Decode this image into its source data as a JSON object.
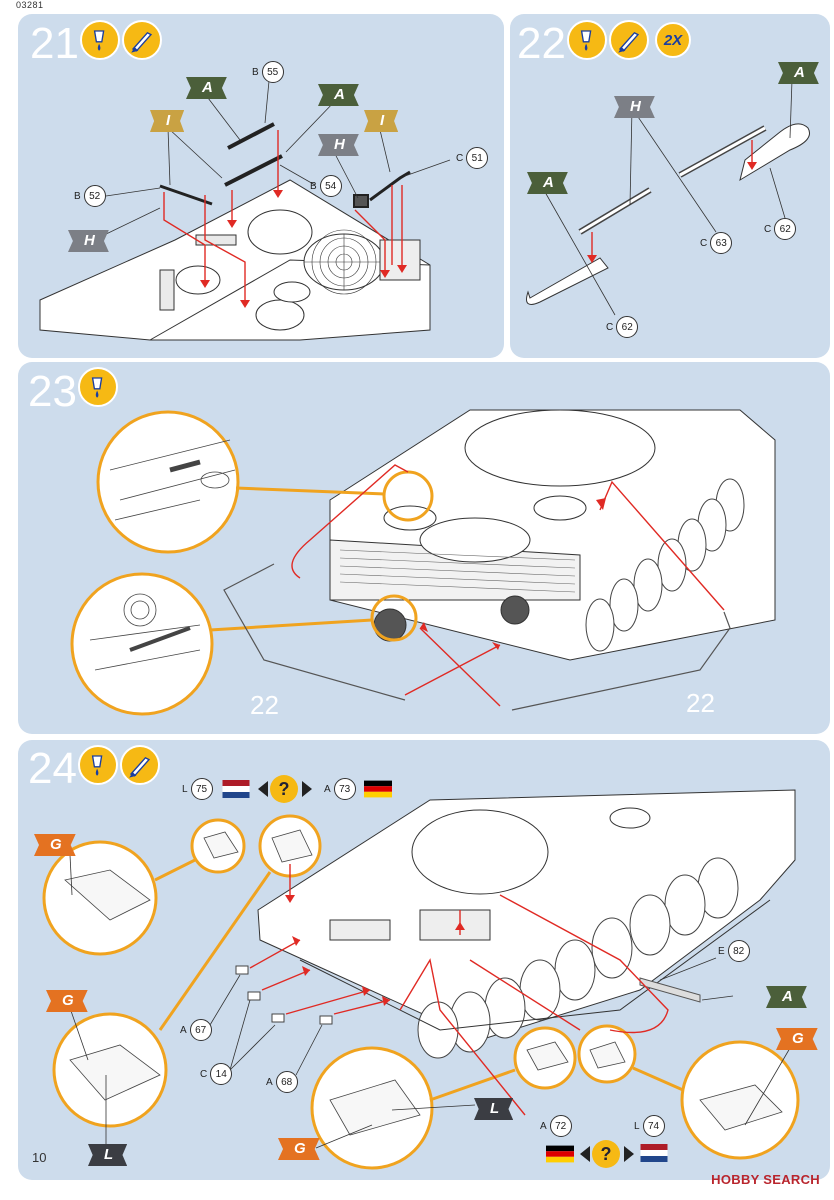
{
  "doc_code": "03281",
  "page_number": "10",
  "footer_watermark": "HOBBY SEARCH",
  "steps": [
    {
      "number": "21"
    },
    {
      "number": "22",
      "multiplier": "2X"
    },
    {
      "number": "23"
    },
    {
      "number": "24"
    }
  ],
  "step21": {
    "flags": [
      "A",
      "A",
      "I",
      "I",
      "H",
      "H"
    ],
    "parts": [
      {
        "letter": "B",
        "num": "55"
      },
      {
        "letter": "B",
        "num": "52"
      },
      {
        "letter": "B",
        "num": "54"
      },
      {
        "letter": "C",
        "num": "51"
      }
    ]
  },
  "step22": {
    "flags": [
      "A",
      "H",
      "A"
    ],
    "parts": [
      {
        "letter": "C",
        "num": "63"
      },
      {
        "letter": "C",
        "num": "62"
      },
      {
        "letter": "C",
        "num": "62"
      }
    ]
  },
  "step23": {
    "refs": [
      "22",
      "22"
    ]
  },
  "step24": {
    "flags": [
      "G",
      "G",
      "A",
      "L",
      "L",
      "G",
      "G"
    ],
    "parts": [
      {
        "letter": "L",
        "num": "75"
      },
      {
        "letter": "A",
        "num": "73"
      },
      {
        "letter": "E",
        "num": "82"
      },
      {
        "letter": "A",
        "num": "67"
      },
      {
        "letter": "C",
        "num": "14"
      },
      {
        "letter": "A",
        "num": "68"
      },
      {
        "letter": "A",
        "num": "72"
      },
      {
        "letter": "L",
        "num": "74"
      }
    ],
    "question_mark": "?"
  },
  "colors": {
    "panel": "#cddcec",
    "badge": "#f6b914",
    "callout": "#f0a31f",
    "arrow": "#e02a24"
  }
}
